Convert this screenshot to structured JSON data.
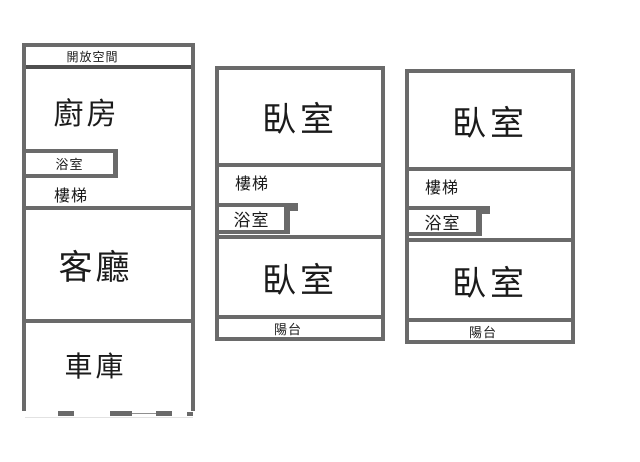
{
  "colors": {
    "wall": "#6a6a6a",
    "wall_dark": "#4f4f4f",
    "text": "#1b1b1b",
    "background": "#ffffff"
  },
  "plans": {
    "floor1": {
      "open_space": "開放空間",
      "kitchen": "廚房",
      "bathroom": "浴室",
      "stairs": "樓梯",
      "living_room": "客廳",
      "garage": "車庫"
    },
    "floor2": {
      "bedroom_front": "臥室",
      "stairs": "樓梯",
      "bathroom": "浴室",
      "bedroom_back": "臥室",
      "balcony": "陽台"
    },
    "floor3": {
      "bedroom_front": "臥室",
      "stairs": "樓梯",
      "bathroom": "浴室",
      "bedroom_back": "臥室",
      "balcony": "陽台"
    }
  }
}
